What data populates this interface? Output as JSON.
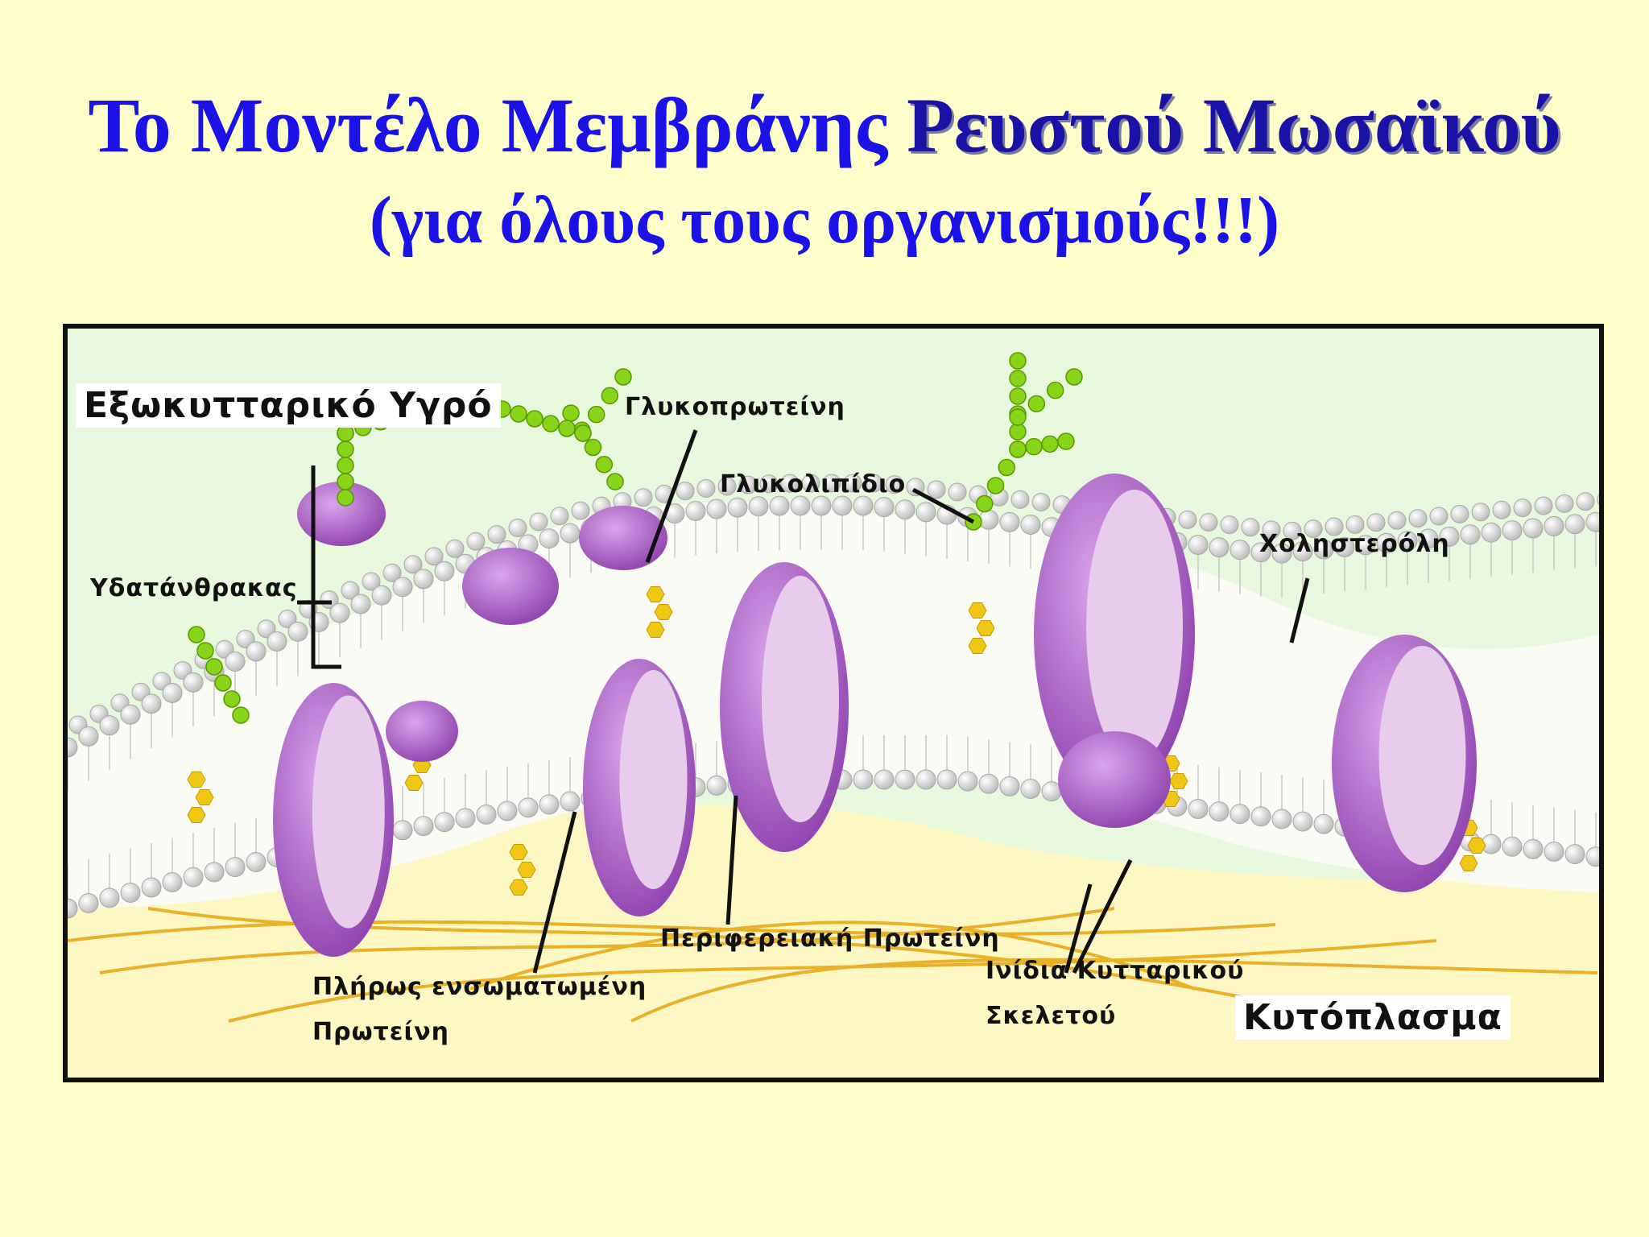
{
  "title": {
    "line1_a": "Το Μοντέλο Μεμβράνης",
    "line1_b": "Ρευστού Μωσαϊκού",
    "line2": "(για όλους τους οργανισμούς!!!)"
  },
  "labels": {
    "extracellular": "Εξωκυτταρικό Υγρό",
    "glycoprotein": "Γλυκοπρωτείνη",
    "glycolipid": "Γλυκολιπίδιο",
    "carbohydrate": "Υδατάνθρακας",
    "cholesterol": "Χοληστερόλη",
    "peripheral_protein": "Περιφερειακή Πρωτείνη",
    "integral_protein_1": "Πλήρως ενσωματωμένη",
    "integral_protein_2": "Πρωτείνη",
    "cytoskeleton_1": "Ινίδια Κυτταρικού",
    "cytoskeleton_2": "Σκελετού",
    "cytoplasm": "Κυτόπλασμα"
  },
  "colors": {
    "background": "#ffffcc",
    "title": "#1a12e6",
    "protein": "#a24fc4",
    "protein_light": "#e6cdea",
    "sugar": "#88d418",
    "cholesterol": "#f2c614",
    "filament": "#e8a917"
  }
}
